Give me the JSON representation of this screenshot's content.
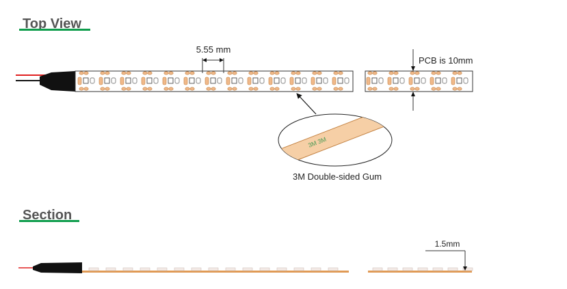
{
  "top_view": {
    "heading": "Top View",
    "pitch_label": "5.55 mm",
    "pcb_label": "PCB is 10mm",
    "tape_label": "3M Double-sided Gum",
    "tape_print": "3M 3M"
  },
  "section": {
    "heading": "Section",
    "thickness_label": "1.5mm"
  },
  "colors": {
    "heading_underline": "#0d9c4b",
    "copper": "#f0b98a",
    "copper_stroke": "#c28040",
    "pcb_section": "#e09a55",
    "tape_fill": "#f6cfa6",
    "tape_print": "#4a9a55",
    "wire_red": "#e02020",
    "wire_black": "#111111"
  }
}
